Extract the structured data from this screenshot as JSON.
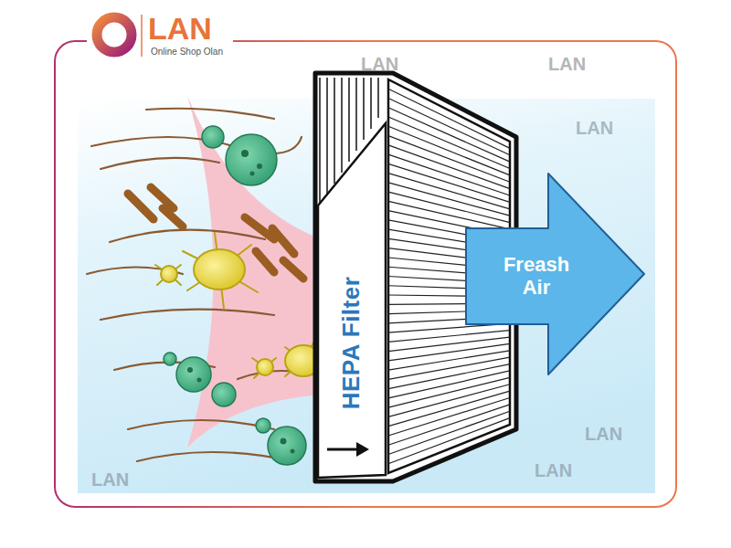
{
  "diagram": {
    "nodes": [
      {
        "text": [
          "HEPA Filter"
        ]
      },
      {
        "text": [
          "Freash Air"
        ]
      }
    ],
    "labels": [
      "LAN",
      "Online Shop Olan",
      "LAN",
      "LAN",
      "LAN",
      "LAN",
      "LAN",
      "LAN"
    ]
  }
}
